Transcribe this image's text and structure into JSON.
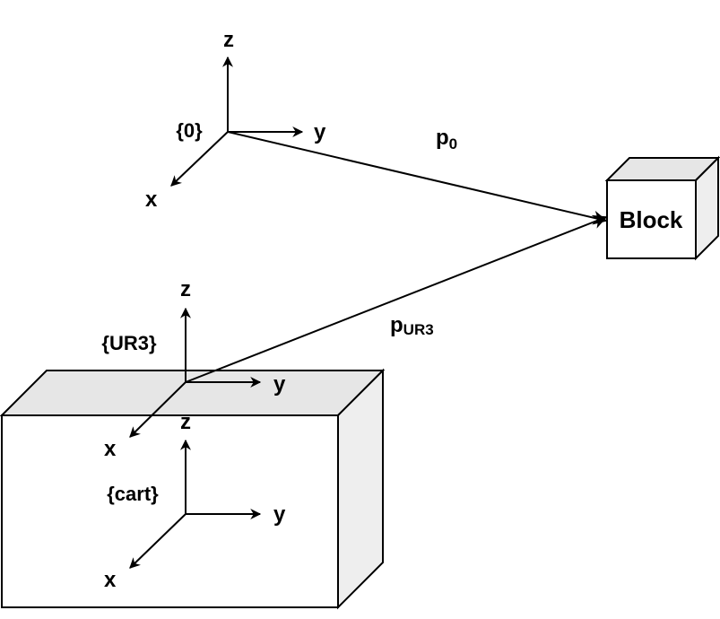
{
  "colors": {
    "stroke": "#000000",
    "face_front": "#ffffff",
    "face_top": "#e6e6e6",
    "face_side": "#eeeeee"
  },
  "frames": {
    "world": {
      "name": "{0}",
      "x": "x",
      "y": "y",
      "z": "z"
    },
    "ur3": {
      "name": "{UR3}",
      "x": "x",
      "y": "y",
      "z": "z"
    },
    "cart": {
      "name": "{cart}",
      "x": "x",
      "y": "y",
      "z": "z"
    }
  },
  "block": {
    "label": "Block"
  },
  "vectors": {
    "p0": {
      "base": "p",
      "sub": "0"
    },
    "pur3": {
      "base": "p",
      "sub": "UR3"
    }
  }
}
